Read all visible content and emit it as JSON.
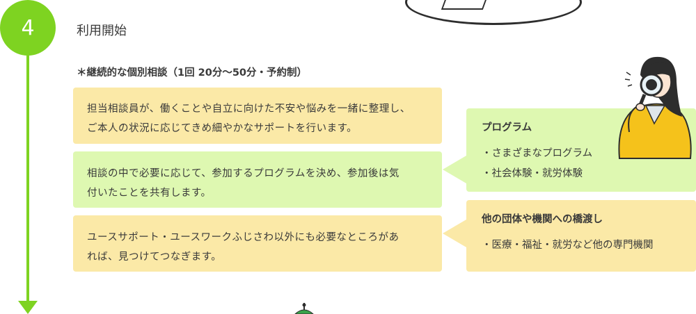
{
  "step": {
    "number": "4",
    "title": "利用開始"
  },
  "consultation": {
    "heading": "＊継続的な個別相談（1回 20分〜50分・予約制）",
    "boxes": [
      {
        "lines": [
          "担当相談員が、働くことや自立に向けた不安や悩みを一緒に整理し、",
          "ご本人の状況に応じてきめ細やかなサポートを行います。"
        ]
      },
      {
        "lines": [
          "相談の中で必要に応じて、参加するプログラムを決め、参加後は気",
          "付いたことを共有します。"
        ]
      },
      {
        "lines": [
          "ユースサポート・ユースワークふじさわ以外にも必要なところがあ",
          "れば、見つけてつなぎます。"
        ]
      }
    ]
  },
  "callouts": [
    {
      "title": "プログラム",
      "items": [
        "・さまざまなプログラム",
        "・社会体験・就労体験"
      ]
    },
    {
      "title": "他の団体や機関への橋渡し",
      "items": [
        "・医療・福祉・就労など他の専門機関"
      ]
    }
  ],
  "colors": {
    "accent": "#7ed321",
    "yellow_box": "#fbe9a7",
    "green_box": "#def8b1",
    "text": "#3a3a3a",
    "person_jacket": "#f5c21b"
  },
  "icons": [
    "magnifying-glass-person-illustration",
    "plate-illustration",
    "flag-illustration"
  ]
}
